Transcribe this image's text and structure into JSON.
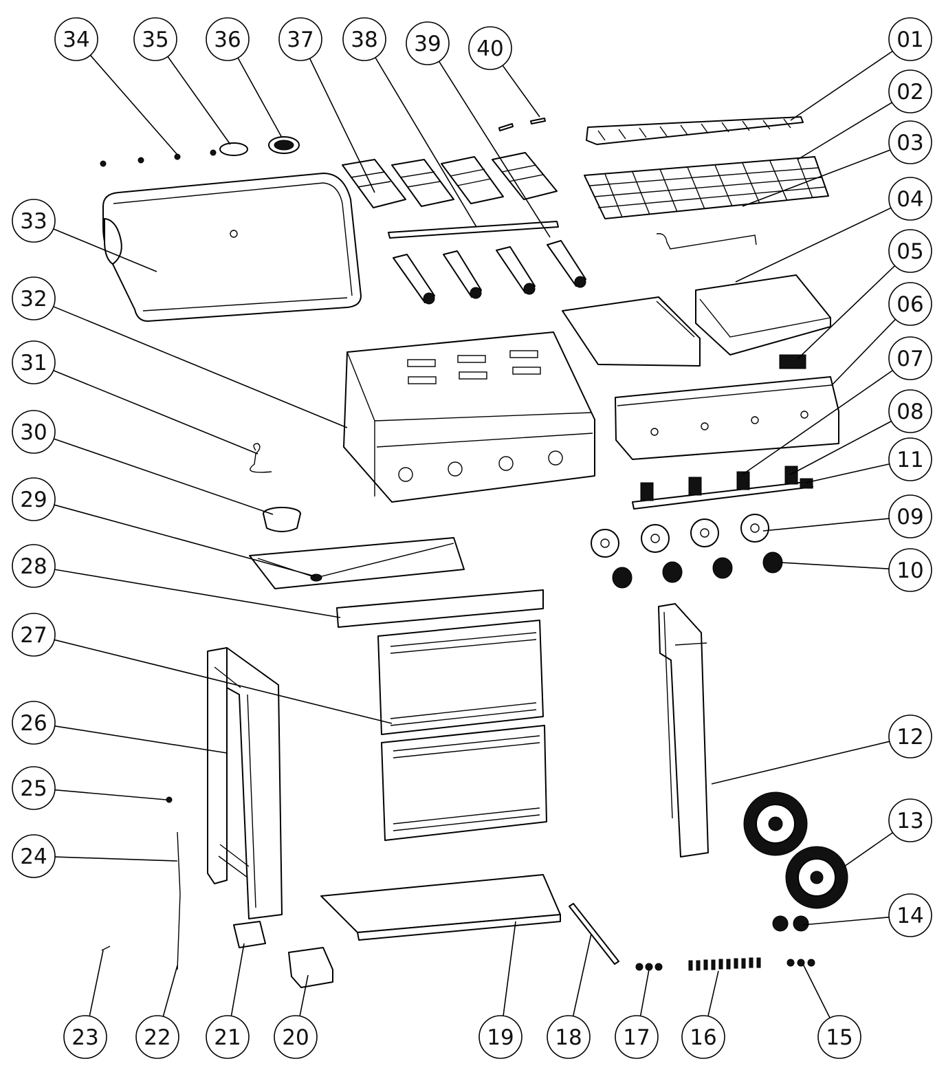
{
  "callouts": [
    {
      "label": "01"
    },
    {
      "label": "02"
    },
    {
      "label": "03"
    },
    {
      "label": "04"
    },
    {
      "label": "05"
    },
    {
      "label": "06"
    },
    {
      "label": "07"
    },
    {
      "label": "08"
    },
    {
      "label": "09"
    },
    {
      "label": "10"
    },
    {
      "label": "11"
    },
    {
      "label": "12"
    },
    {
      "label": "13"
    },
    {
      "label": "14"
    },
    {
      "label": "15"
    },
    {
      "label": "16"
    },
    {
      "label": "17"
    },
    {
      "label": "18"
    },
    {
      "label": "19"
    },
    {
      "label": "20"
    },
    {
      "label": "21"
    },
    {
      "label": "22"
    },
    {
      "label": "23"
    },
    {
      "label": "24"
    },
    {
      "label": "25"
    },
    {
      "label": "26"
    },
    {
      "label": "27"
    },
    {
      "label": "28"
    },
    {
      "label": "29"
    },
    {
      "label": "30"
    },
    {
      "label": "31"
    },
    {
      "label": "32"
    },
    {
      "label": "33"
    },
    {
      "label": "34"
    },
    {
      "label": "35"
    },
    {
      "label": "36"
    },
    {
      "label": "37"
    },
    {
      "label": "38"
    },
    {
      "label": "39"
    },
    {
      "label": "40"
    }
  ]
}
